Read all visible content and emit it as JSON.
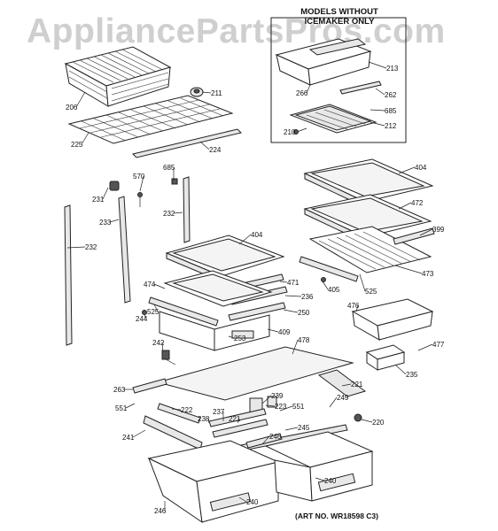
{
  "watermark": "AppliancePartsPros.com",
  "inset": {
    "title_line1": "MODELS WITHOUT",
    "title_line2": "ICEMAKER ONLY"
  },
  "art_number": "(ART NO. WR18598 C3)",
  "callouts": [
    "206",
    "225",
    "224",
    "211",
    "213",
    "266",
    "262",
    "685",
    "210",
    "212",
    "685",
    "570",
    "231",
    "233",
    "232",
    "232",
    "404",
    "404",
    "472",
    "399",
    "473",
    "525",
    "405",
    "471",
    "236",
    "474",
    "525",
    "244",
    "250",
    "409",
    "253",
    "242",
    "478",
    "476",
    "477",
    "235",
    "263",
    "551",
    "222",
    "239",
    "223",
    "221",
    "238",
    "237",
    "221",
    "551",
    "249",
    "220",
    "241",
    "245",
    "246",
    "240",
    "246",
    "240"
  ]
}
